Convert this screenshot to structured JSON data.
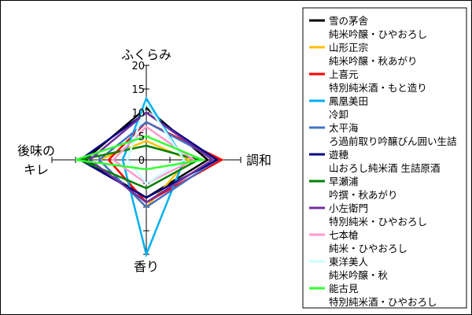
{
  "chart_data": {
    "type": "radar",
    "axes": [
      "ふくらみ",
      "調和",
      "香り",
      "後味のキレ"
    ],
    "axis_label_lines": [
      [
        "ふくらみ"
      ],
      [
        "調和"
      ],
      [
        "香り"
      ],
      [
        "後味の",
        "キレ"
      ]
    ],
    "r_min": 0,
    "r_max": 20,
    "tick_step": 5,
    "tick_labels": [
      "0",
      "5",
      "10",
      "15",
      "20"
    ],
    "grid": false,
    "legend_position": "right",
    "series": [
      {
        "name": "雪の茅舎",
        "sub": "純米吟醸・ひやおろし",
        "color": "#000000",
        "values": [
          11,
          13,
          8,
          13
        ]
      },
      {
        "name": "山形正宗",
        "sub": "純米吟醸・秋あがり",
        "color": "#ffc000",
        "values": [
          4,
          9,
          10,
          10
        ]
      },
      {
        "name": "上喜元",
        "sub": "特別純米酒・もと造り",
        "color": "#ff0000",
        "values": [
          8,
          16,
          9,
          8
        ]
      },
      {
        "name": "鳳凰美田",
        "sub": "冷卸",
        "color": "#00b0f0",
        "values": [
          13,
          8,
          20,
          5
        ]
      },
      {
        "name": "太平海",
        "sub": "ろ過前取り吟醸びん囲い生詰",
        "color": "#4472c4",
        "values": [
          8,
          15,
          10,
          10
        ]
      },
      {
        "name": "遊穂",
        "sub": "山おろし純米酒 生詰原酒",
        "color": "#000080",
        "values": [
          10,
          15,
          8,
          14
        ]
      },
      {
        "name": "早瀬浦",
        "sub": "吟撰・秋あがり",
        "color": "#008000",
        "values": [
          3,
          11,
          6,
          14
        ]
      },
      {
        "name": "小左衛門",
        "sub": "特別純米・ひやおろし",
        "color": "#7030a0",
        "values": [
          10,
          14,
          9,
          12
        ]
      },
      {
        "name": "七本槍",
        "sub": "純米・ひやおろし",
        "color": "#ff99cc",
        "values": [
          7,
          10,
          5,
          7
        ]
      },
      {
        "name": "東洋美人",
        "sub": "純米吟醸・秋",
        "color": "#ccffff",
        "values": [
          12,
          8,
          5,
          4
        ]
      },
      {
        "name": "能古見",
        "sub": "特別純米酒・ひやおろし",
        "color": "#33ff33",
        "values": [
          5,
          12,
          2,
          15
        ]
      }
    ]
  }
}
